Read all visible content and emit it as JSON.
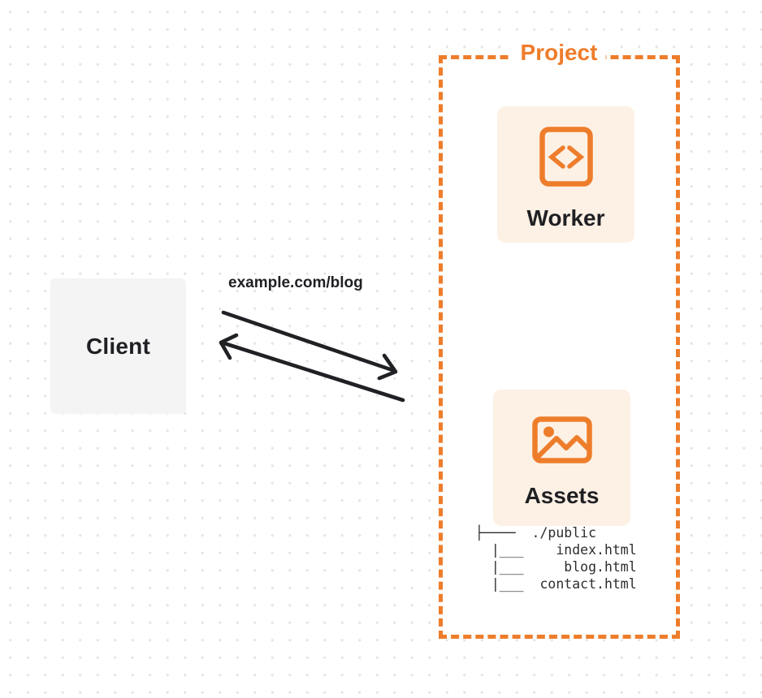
{
  "colors": {
    "accent": "#ee7d2b",
    "card_bg": "#fdf1e5",
    "client_bg": "#f4f4f5",
    "ink": "#1f2023",
    "arrow": "#202124",
    "dot_grid": "#e5e5e7"
  },
  "client": {
    "label": "Client"
  },
  "request": {
    "url_label": "example.com/blog"
  },
  "arrows": {
    "request_arrow": "client-to-project",
    "response_arrow": "project-to-client"
  },
  "project": {
    "label": "Project",
    "worker": {
      "label": "Worker",
      "icon": "code-file-icon"
    },
    "assets": {
      "label": "Assets",
      "icon": "image-icon",
      "file_tree": {
        "lines": [
          "├────  ./public",
          "  |___    index.html",
          "  |___     blog.html",
          "  |___  contact.html"
        ]
      }
    }
  }
}
